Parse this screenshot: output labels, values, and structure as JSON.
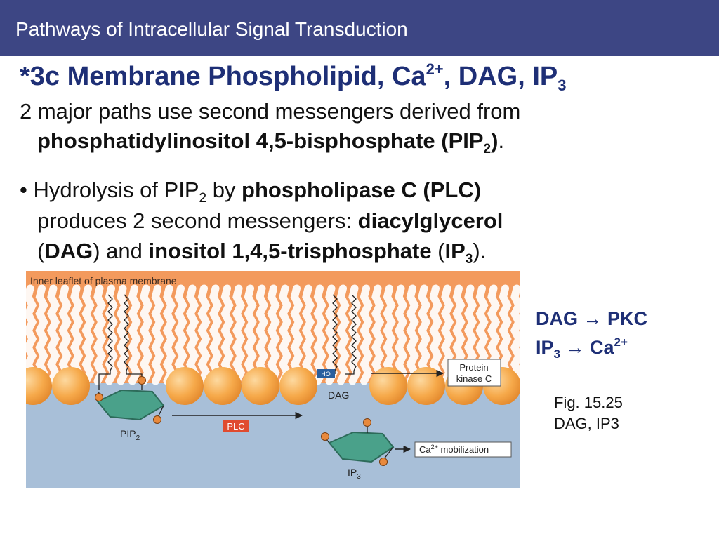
{
  "header": {
    "title": "Pathways of Intracellular Signal Transduction"
  },
  "slide": {
    "heading": {
      "main": "*3c Membrane Phospholipid, Ca",
      "sup": "2+",
      "rest": ", DAG, IP",
      "sub": "3"
    },
    "intro": {
      "line1": "2 major paths use second messengers derived from",
      "line2_bold": "phosphatidylinositol 4,5-bisphosphate (PIP",
      "line2_sub": "2",
      "line2_bold_end": ")",
      "line2_end": "."
    },
    "bullet": {
      "marker": "•",
      "l1_a": "Hydrolysis of PIP",
      "l1_sub": "2",
      "l1_b": " by ",
      "l1_bold": "phospholipase C (PLC)",
      "l2_a": "produces 2 second messengers: ",
      "l2_bold": "diacylglycerol",
      "l3_a": "(",
      "l3_bold1": "DAG",
      "l3_b": ") and ",
      "l3_bold2": "inositol 1,4,5-trisphosphate",
      "l3_c": " (",
      "l3_bold3": "IP",
      "l3_sub": "3",
      "l3_d": ")."
    }
  },
  "figure": {
    "membrane_label": "Inner leaflet of plasma membrane",
    "pip2_label": "PIP",
    "pip2_sub": "2",
    "plc_label": "PLC",
    "ho_label": "HO",
    "dag_label": "DAG",
    "pkc_line1": "Protein",
    "pkc_line2": "kinase C",
    "ip3_label": "IP",
    "ip3_sub": "3",
    "ca_label": "Ca",
    "ca_sup": "2+",
    "ca_rest": " mobilization",
    "colors": {
      "membrane": "#f39a5d",
      "cytosol": "#a8bfd8",
      "ring": "#4aa18a",
      "phosphate": "#e8893c",
      "plc": "#e04b2f",
      "ho_box": "#2a5f9e"
    }
  },
  "side": {
    "dag_pkc": "DAG → PKC",
    "ip3_a": "IP",
    "ip3_sub": "3",
    "ip3_b": " → Ca",
    "ip3_sup": "2+"
  },
  "caption": {
    "line1": "Fig. 15.25",
    "line2": "DAG, IP3"
  }
}
